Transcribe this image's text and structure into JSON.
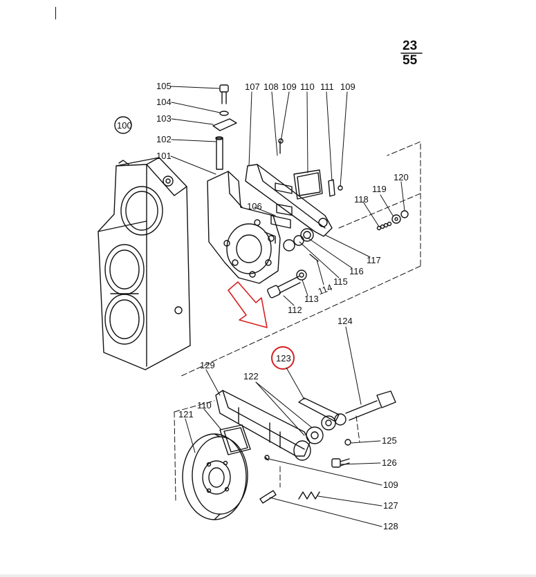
{
  "page": {
    "numerator": "23",
    "denominator": "55"
  },
  "assembly_id": "100",
  "highlight": {
    "part": "123",
    "color": "#d61f1f",
    "arrow_color": "#d61f1f"
  },
  "labels": {
    "p101": "101",
    "p102": "102",
    "p103": "103",
    "p104": "104",
    "p105": "105",
    "p106": "106",
    "p107": "107",
    "p108": "108",
    "p109a": "109",
    "p110a": "110",
    "p111": "111",
    "p109b": "109",
    "p112": "112",
    "p113": "113",
    "p114": "114",
    "p115": "115",
    "p116": "116",
    "p117": "117",
    "p118": "118",
    "p119": "119",
    "p120": "120",
    "p121": "121",
    "p110b": "110",
    "p122": "122",
    "p123": "123",
    "p124": "124",
    "p125": "125",
    "p126": "126",
    "p109c": "109",
    "p127": "127",
    "p128": "128",
    "p129": "129"
  }
}
